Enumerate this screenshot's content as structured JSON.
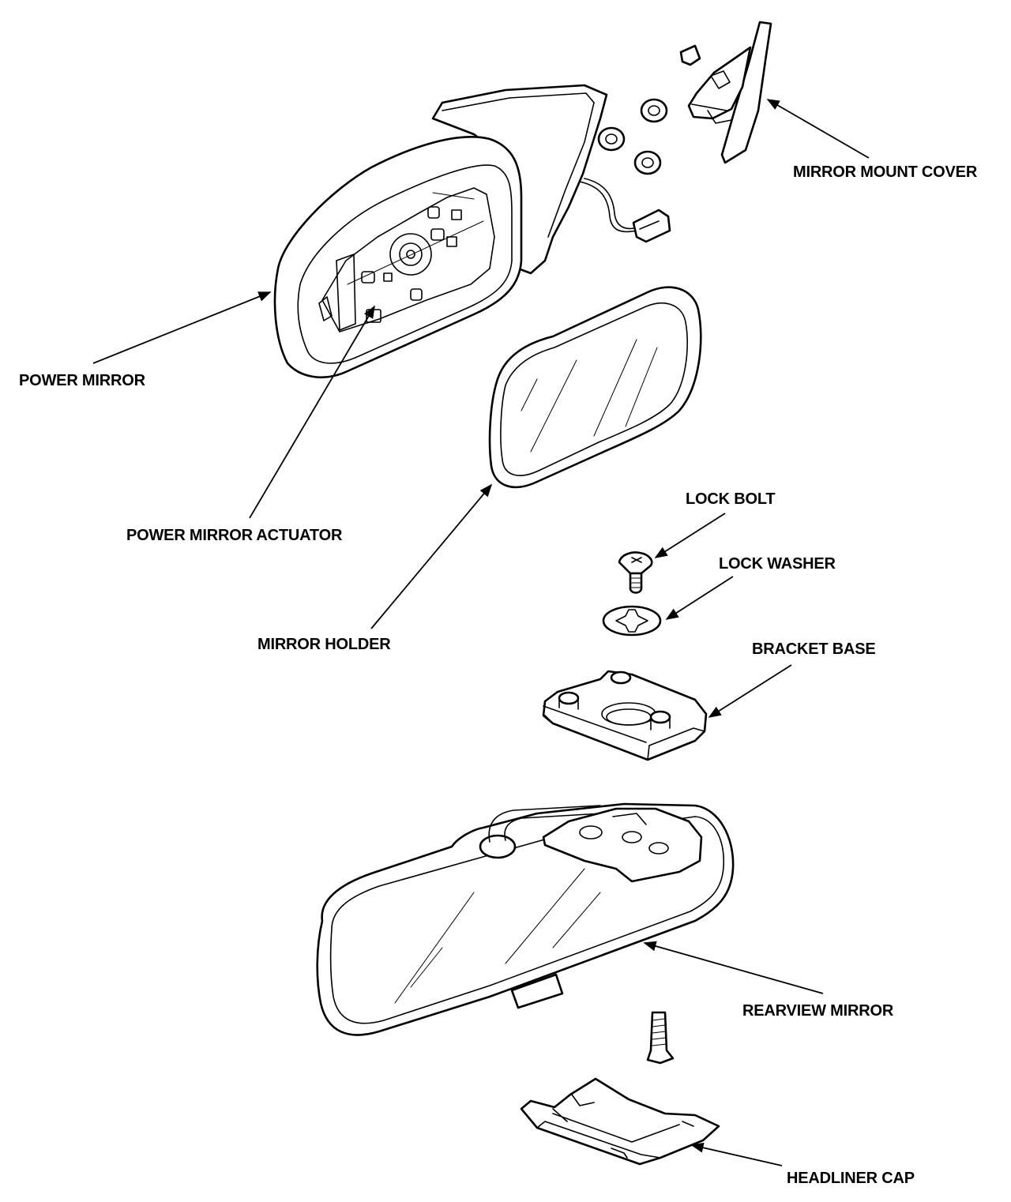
{
  "labels": {
    "mirror_mount_cover": "MIRROR MOUNT COVER",
    "power_mirror": "POWER MIRROR",
    "power_mirror_actuator": "POWER MIRROR ACTUATOR",
    "mirror_holder": "MIRROR HOLDER",
    "lock_bolt": "LOCK BOLT",
    "lock_washer": "LOCK WASHER",
    "bracket_base": "BRACKET BASE",
    "rearview_mirror": "REARVIEW MIRROR",
    "headliner_cap": "HEADLINER CAP"
  },
  "colors": {
    "ink": "#000000",
    "paper": "#ffffff"
  }
}
